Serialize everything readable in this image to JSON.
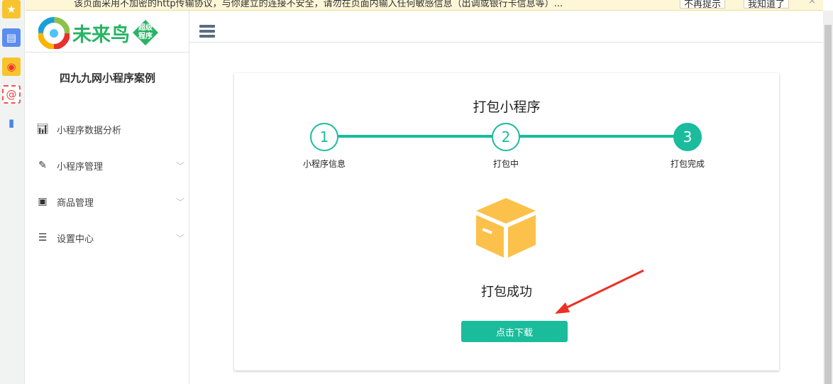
{
  "browser": {
    "notice_text": "该页面采用不加密的http传输协议，与你建立的连接不安全，请勿在页面内输入任何敏感信息（出调或银行卡信息等）...",
    "dont_remind": "不再提示",
    "got_it": "我知道了",
    "close": "×"
  },
  "logo": {
    "name": "未来鸟",
    "badge_top": "超级",
    "badge_bottom": "程序"
  },
  "sidebar": {
    "site_name": "四九九网小程序案例",
    "items": [
      {
        "label": "小程序数据分析",
        "icon": "bar-chart-icon"
      },
      {
        "label": "小程序管理",
        "icon": "edit-icon"
      },
      {
        "label": "商品管理",
        "icon": "gift-icon"
      },
      {
        "label": "设置中心",
        "icon": "sliders-icon"
      }
    ]
  },
  "main": {
    "title": "打包小程序",
    "steps": [
      {
        "num": "1",
        "label": "小程序信息"
      },
      {
        "num": "2",
        "label": "打包中"
      },
      {
        "num": "3",
        "label": "打包完成"
      }
    ],
    "current_step": 3,
    "success_text": "打包成功",
    "download_label": "点击下载"
  },
  "colors": {
    "accent": "#1abc9c",
    "box": "#fcc14a",
    "arrow": "#ee3124"
  }
}
